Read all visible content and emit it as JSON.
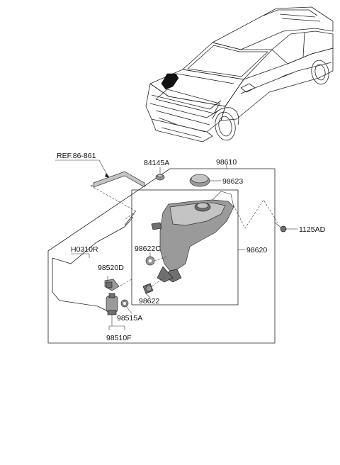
{
  "labels": {
    "ref": "REF.86-861",
    "p84145A": "84145A",
    "p98610": "98610",
    "p98623": "98623",
    "p1125AD": "1125AD",
    "p98620": "98620",
    "p98622C": "98622C",
    "pH0310R": "H0310R",
    "p98520D": "98520D",
    "p98622": "98622",
    "p98515A": "98515A",
    "p98510F": "98510F"
  }
}
